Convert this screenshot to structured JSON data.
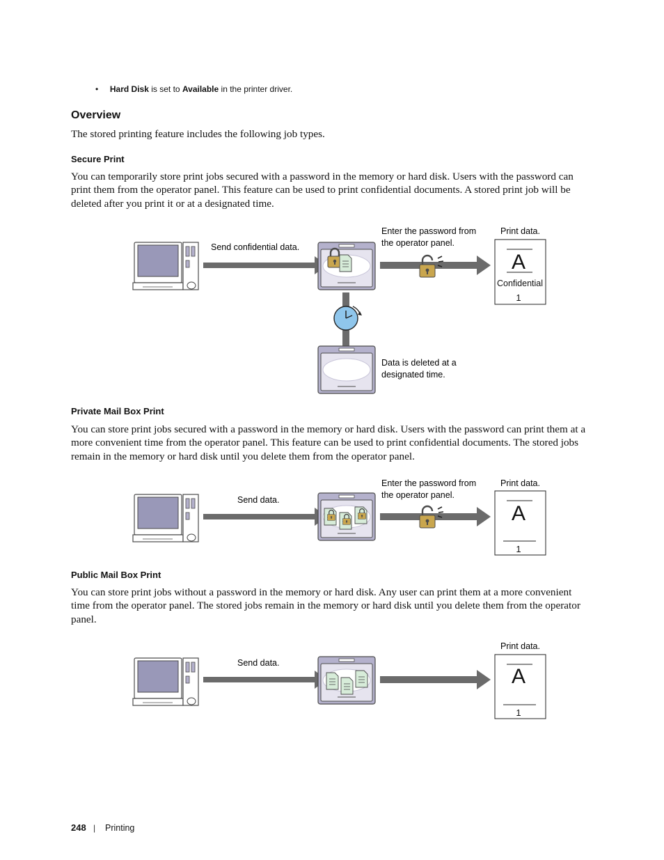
{
  "bullet": {
    "symbol": "•",
    "part1": "Hard Disk",
    "part2": " is set to ",
    "part3": "Available",
    "part4": " in the printer driver."
  },
  "overview": {
    "heading": "Overview",
    "intro": "The stored printing feature includes the following job types."
  },
  "secure_print": {
    "heading": "Secure Print",
    "body": "You can temporarily store print jobs secured with a password in the memory or hard disk. Users with the password can print them from the operator panel. This feature can be used to print confidential documents. A stored print job will be deleted after you print it or at a designated time.",
    "label_send": "Send confidential data.",
    "label_password_1": "Enter the password from",
    "label_password_2": "the operator panel.",
    "label_print": "Print data.",
    "page_letter": "A",
    "page_caption": "Confidential",
    "page_number": "1",
    "label_deleted_1": "Data is deleted at a",
    "label_deleted_2": "designated time."
  },
  "private_mailbox": {
    "heading": "Private Mail Box Print",
    "body": "You can store print jobs secured with a password in the memory or hard disk. Users with the password can print them at a more convenient time from the operator panel. This feature can be used to print confidential documents. The stored jobs remain in the memory or hard disk until you delete them from the operator panel.",
    "label_send": "Send data.",
    "label_password_1": "Enter the password from",
    "label_password_2": "the operator panel.",
    "label_print": "Print data.",
    "page_letter": "A",
    "page_number": "1"
  },
  "public_mailbox": {
    "heading": "Public Mail Box Print",
    "body": "You can store print jobs without a password in the memory or hard disk. Any user can print them at a more convenient time from the operator panel. The stored jobs remain in the memory or hard disk until you delete them from the operator panel.",
    "label_send": "Send data.",
    "label_print": "Print data.",
    "page_letter": "A",
    "page_number": "1"
  },
  "footer": {
    "page_number": "248",
    "separator": "|",
    "section": "Printing"
  },
  "colors": {
    "arrow": "#6b6b6b",
    "device_outline": "#4a4a4a",
    "device_fill": "#b4b1cc",
    "screen_fill": "#9998b8",
    "tray_fill": "#e6e4ef",
    "lock_gold": "#c9a64e",
    "clock_blue": "#8fc6ec",
    "doc_green": "#d7ecd9"
  }
}
